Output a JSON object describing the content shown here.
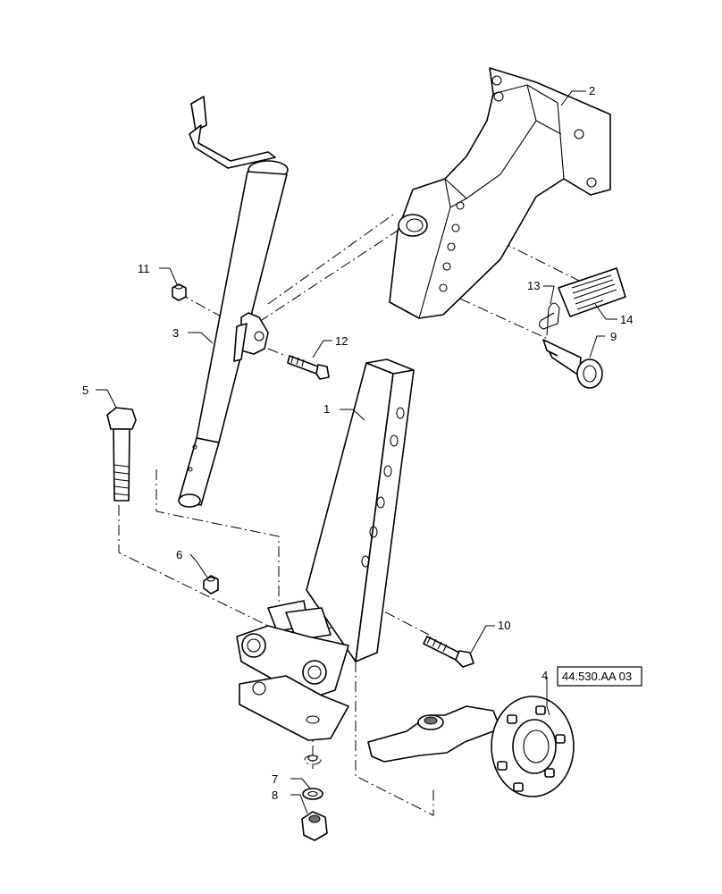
{
  "callouts": {
    "c1": "1",
    "c2": "2",
    "c3": "3",
    "c4": "4",
    "c5": "5",
    "c6": "6",
    "c7": "7",
    "c8": "8",
    "c9": "9",
    "c10": "10",
    "c11": "11",
    "c12": "12",
    "c13": "13",
    "c14": "14"
  },
  "reference_box": "44.530.AA 03"
}
